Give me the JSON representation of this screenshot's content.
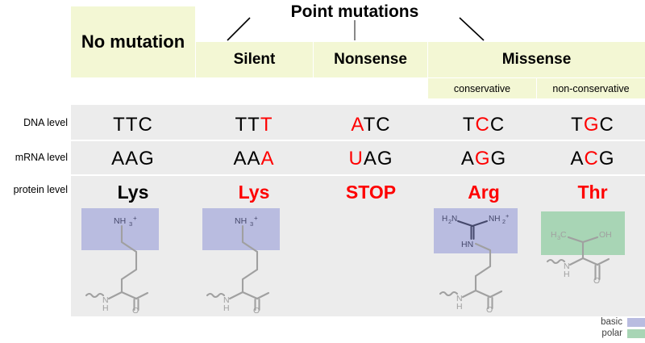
{
  "title": "Point mutations",
  "colors": {
    "header_bg": "#f3f7d4",
    "table_bg": "#ececec",
    "mutation_red": "#fe0000",
    "basic_swatch": "#b9bce0",
    "polar_swatch": "#a8d5b5",
    "bond_gray": "#a0a0a0",
    "atom_label": "#45486b"
  },
  "header": {
    "no_mutation": "No mutation",
    "point_mutations": "Point mutations",
    "silent": "Silent",
    "nonsense": "Nonsense",
    "missense": "Missense",
    "conservative": "conservative",
    "non_conservative": "non-conservative"
  },
  "row_labels": {
    "dna": "DNA level",
    "mrna": "mRNA level",
    "protein": "protein level"
  },
  "columns": [
    {
      "key": "no-mutation",
      "dna": [
        {
          "t": "TT",
          "m": false
        },
        {
          "t": "C",
          "m": false
        }
      ],
      "mrna": [
        {
          "t": "AA",
          "m": false
        },
        {
          "t": "G",
          "m": false
        }
      ],
      "protein": {
        "t": "Lys",
        "m": false
      },
      "structure": "lysine",
      "highlight": "basic"
    },
    {
      "key": "silent",
      "dna": [
        {
          "t": "TT",
          "m": false
        },
        {
          "t": "T",
          "m": true
        }
      ],
      "mrna": [
        {
          "t": "AA",
          "m": false
        },
        {
          "t": "A",
          "m": true
        }
      ],
      "protein": {
        "t": "Lys",
        "m": true
      },
      "structure": "lysine",
      "highlight": "basic"
    },
    {
      "key": "nonsense",
      "dna": [
        {
          "t": "A",
          "m": true
        },
        {
          "t": "TC",
          "m": false
        }
      ],
      "mrna": [
        {
          "t": "U",
          "m": true
        },
        {
          "t": "AG",
          "m": false
        }
      ],
      "protein": {
        "t": "STOP",
        "m": true
      },
      "structure": "none",
      "highlight": "none"
    },
    {
      "key": "missense-conservative",
      "dna": [
        {
          "t": "T",
          "m": false
        },
        {
          "t": "C",
          "m": true
        },
        {
          "t": "C",
          "m": false
        }
      ],
      "mrna": [
        {
          "t": "A",
          "m": false
        },
        {
          "t": "G",
          "m": true
        },
        {
          "t": "G",
          "m": false
        }
      ],
      "protein": {
        "t": "Arg",
        "m": true
      },
      "structure": "arginine",
      "highlight": "basic"
    },
    {
      "key": "missense-non-conservative",
      "dna": [
        {
          "t": "T",
          "m": false
        },
        {
          "t": "G",
          "m": true
        },
        {
          "t": "C",
          "m": false
        }
      ],
      "mrna": [
        {
          "t": "A",
          "m": false
        },
        {
          "t": "C",
          "m": true
        },
        {
          "t": "G",
          "m": false
        }
      ],
      "protein": {
        "t": "Thr",
        "m": true
      },
      "structure": "threonine",
      "highlight": "polar"
    }
  ],
  "structure_labels": {
    "lysine": [
      "NH",
      "3",
      "+",
      "N",
      "H",
      "O"
    ],
    "arginine": [
      "H",
      "2",
      "N",
      "NH",
      "2",
      "+",
      "HN",
      "N",
      "H",
      "O"
    ],
    "threonine": [
      "H",
      "3",
      "C",
      "OH",
      "N",
      "H",
      "O"
    ]
  },
  "legend": [
    {
      "label": "basic",
      "color": "#b9bce0"
    },
    {
      "label": "polar",
      "color": "#a8d5b5"
    }
  ]
}
